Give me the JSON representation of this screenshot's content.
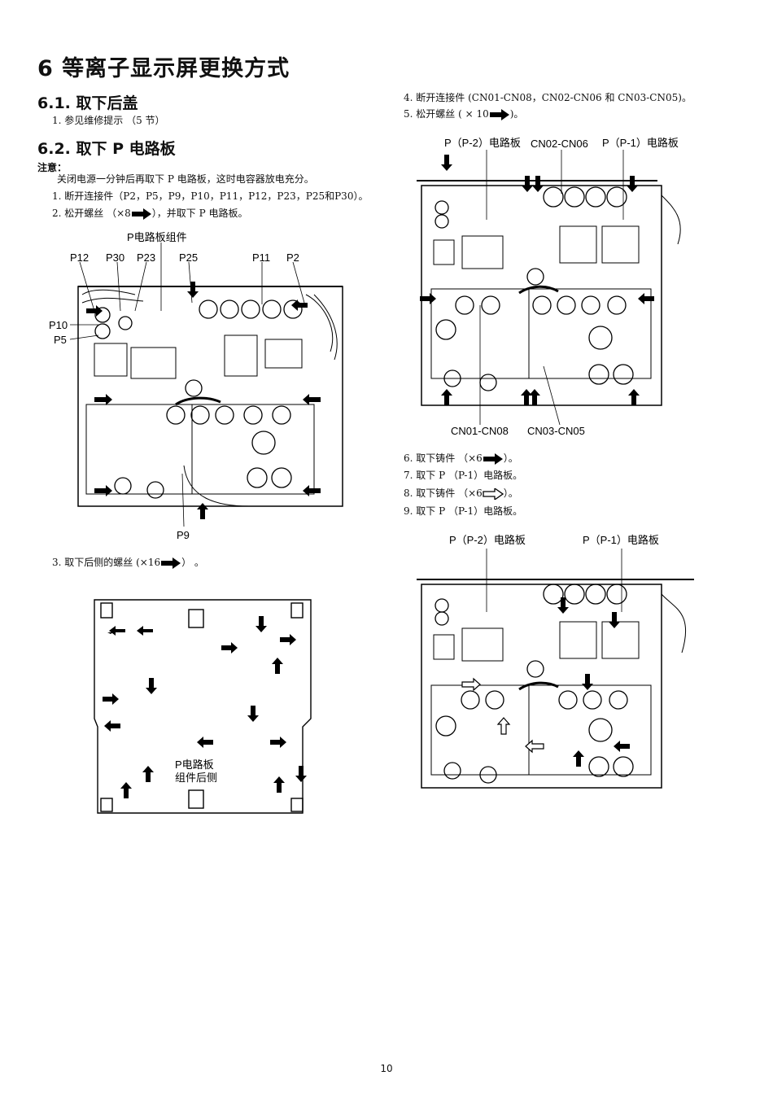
{
  "title": "6   等离子显示屏更换方式",
  "s61": {
    "heading": "6.1.    取下后盖",
    "step1": "1. 参见维修提示 （5 节）"
  },
  "s62": {
    "heading": "6.2.    取下 P 电路板",
    "note_label": "注意：",
    "note_text": "关闭电源一分钟后再取下 P 电路板，这时电容器放电充分。",
    "step1": "1. 断开连接件（P2，P5，P9，P10，P11，P12，P23，P25和P30）。",
    "step2_a": "2. 松开螺丝 （×8",
    "step2_b": "），并取下 P 电路板。",
    "step3_a": "3. 取下后侧的螺丝 (×16",
    "step3_b": "） 。"
  },
  "right": {
    "step4": "4. 断开连接件 (CN01-CN08，CN02-CN06 和 CN03-CN05)。",
    "step5_a": "5. 松开螺丝 ( × 10",
    "step5_b": ")。",
    "step6_a": "6. 取下铸件 （×6",
    "step6_b": "）。",
    "step7": "7. 取下 P （P-1）电路板。",
    "step8_a": "8. 取下铸件 （×6",
    "step8_b": "）。",
    "step9": "9. 取下 P （P-1）电路板。"
  },
  "fig1": {
    "assembly": "P电路板组件",
    "labels": [
      "P12",
      "P30",
      "P23",
      "P25",
      "P11",
      "P2",
      "P10",
      "P5",
      "P9"
    ]
  },
  "fig2": {
    "labels": [
      "P（P-2）电路板",
      "CN02-CN06",
      "P（P-1）电路板",
      "CN01-CN08",
      "CN03-CN05"
    ]
  },
  "fig3": {
    "labels": [
      "P（P-2）电路板",
      "P（P-1）电路板"
    ]
  },
  "fig4": {
    "label_line1": "P电路板",
    "label_line2": "组件后侧"
  },
  "page_number": "10"
}
